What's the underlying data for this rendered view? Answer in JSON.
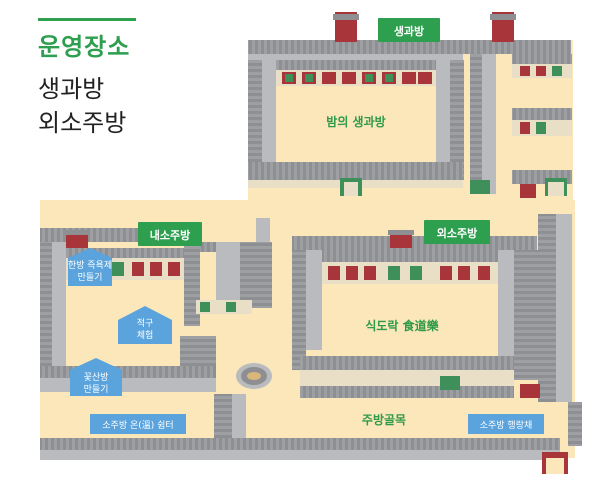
{
  "page": {
    "heading": "운영장소",
    "subtitle_lines": [
      "생과방",
      "외소주방"
    ]
  },
  "buildings": {
    "saenggwabang": "생과방",
    "naesojubang": "내소주방",
    "oesojubang": "외소주방"
  },
  "areas": {
    "saenggwabang_yard": "밤의 생과방",
    "sikdorak": "식도락 食道樂",
    "jubang_golmok": "주방골목"
  },
  "points": {
    "hanbang_tea": [
      "한방 즉욕제",
      "만들기"
    ],
    "jeokgu": [
      "적구",
      "체험"
    ],
    "kkotsangbang": [
      "꽃산방",
      "만들기"
    ],
    "ondol_rest": "소주방 온(溫) 쉼터",
    "haengnangchae": "소주방 행랑채"
  },
  "colors": {
    "accent_green": "#2e9e4f",
    "courtyard": "#fbe7b9",
    "roof": "#8d8f93",
    "roof_light": "#b9bbbe",
    "wall_red": "#a8353a",
    "window_green": "#3f8f5a",
    "pin_blue": "#5aa3dc"
  }
}
